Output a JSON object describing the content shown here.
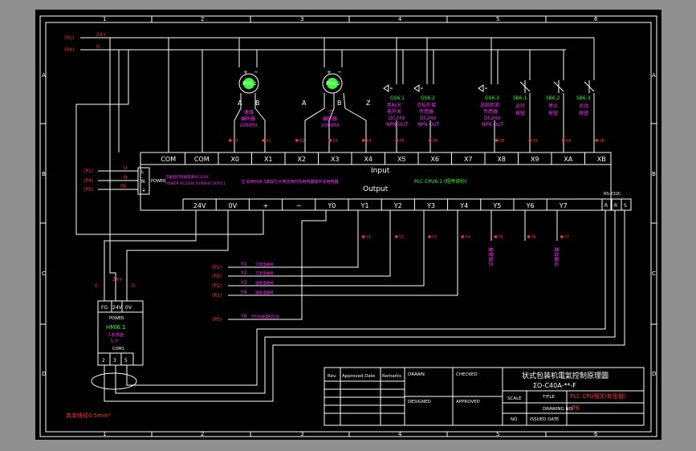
{
  "colors": {
    "background": "#000000",
    "outer": "#8f8f8f",
    "wire": "#ffffff",
    "label": "#ff33ff",
    "device": "#33ff33",
    "terminal": "#ff3333"
  },
  "border": {
    "cols": [
      "1",
      "2",
      "3",
      "4",
      "5",
      "6"
    ],
    "rows": [
      "A",
      "B",
      "C",
      "D"
    ]
  },
  "supply": {
    "top_tags": [
      "(P1)",
      "(P4)"
    ],
    "top_wires": [
      "24+",
      "0-"
    ]
  },
  "encoders": [
    {
      "tag": "PG6.1",
      "a": "A",
      "b": "B",
      "name": "速度",
      "desc": "编码器",
      "spec": "1000P/r"
    },
    {
      "tag": "PG6.2",
      "a": "A",
      "b": "B",
      "z": "Z",
      "name": "刀",
      "desc": "编码器",
      "spec": "1000P/r"
    }
  ],
  "sensors": [
    {
      "tag": "GS6.1",
      "l1": "色标光",
      "l2": "电开关",
      "l3": "DC24V",
      "l4": "NPN OUT"
    },
    {
      "tag": "GS6.2",
      "l1": "点标外接",
      "l2": "传感器",
      "l3": "DC24V",
      "l4": "NPN OUT"
    },
    {
      "tag": "GS6.3",
      "l1": "送纸检测",
      "l2": "传感器",
      "l3": "DC24V",
      "l4": "NPN OUT"
    }
  ],
  "buttons": [
    {
      "tag": "SB6.1",
      "l1": "运行",
      "l2": "按钮"
    },
    {
      "tag": "SB6.2",
      "l1": "停止",
      "l2": "按钮"
    },
    {
      "tag": "SB6.3",
      "l1": "点动",
      "l2": "按钮"
    }
  ],
  "input_terms": [
    "COM",
    "COM",
    "X0",
    "X1",
    "X2",
    "X3",
    "X4",
    "X5",
    "X6",
    "X7",
    "X8",
    "X9",
    "XA",
    "XB"
  ],
  "input_markers": [
    "X0",
    "X1",
    "X2",
    "X3",
    "X4",
    "X5",
    "X6",
    "X8",
    "X9",
    "XA",
    "XB"
  ],
  "input_label": "Input",
  "output_label": "Output",
  "output_terms": [
    "24V",
    "0V",
    "+",
    "−",
    "Y0",
    "Y1",
    "Y2",
    "Y3",
    "Y4",
    "Y5",
    "Y6",
    "Y7"
  ],
  "output_markers": [
    "Y1",
    "Y2",
    "Y3",
    "Y4",
    "Y5",
    "Y6",
    "Y7"
  ],
  "y_vert_labels": [
    "报警指示",
    "离合输出"
  ],
  "power": {
    "tags": [
      "(P1)",
      "(P4)",
      "(P5)"
    ],
    "wires": [
      "U",
      "N",
      "PE"
    ],
    "terms": [
      "L",
      "N",
      "⏚"
    ],
    "label": "POWER",
    "note1": "可编程控制器电源AC220V",
    "note2": "POWER AC220V 50/60HZ OUT1.1"
  },
  "plc_note": "注:如用PG6.3或其它大电流用时加继电器或中间继电器",
  "plc_tag": "PLC-CPU6.1 (程序部份)",
  "rs": {
    "title": "RS-232C",
    "terms": [
      "R",
      "R",
      "S"
    ]
  },
  "outputs": [
    {
      "tag": "(P2)",
      "y": "Y1",
      "text": "刀架电磁阀"
    },
    {
      "tag": "(P2)",
      "y": "Y2",
      "text": "刀架电磁阀"
    },
    {
      "tag": "(P2)",
      "y": "Y3",
      "text": "送纸电磁阀"
    },
    {
      "tag": "(P2)",
      "y": "Y4",
      "text": "送纸电磁阀"
    },
    {
      "tag": "(P5)",
      "y": "Y0",
      "text": "下料分送电机信号"
    }
  ],
  "hmi": {
    "top_terms": [
      "FG",
      "24V",
      "0V"
    ],
    "label": "POWER",
    "name": "HMI6.1",
    "desc1": "人机界面",
    "desc2": "5.7\"",
    "com": "COM1",
    "bottom_terms": [
      "2",
      "3",
      "5"
    ],
    "wire_labels": [
      "0",
      "24+",
      "0-"
    ]
  },
  "cable_note": "其余线径0.5mm²",
  "title_block": {
    "rev": "Rev.",
    "approved_date": "Approved Date",
    "remarks": "Remarks",
    "drawn": "DRAWN",
    "checked": "CHECKED",
    "designed": "DESIGNED",
    "approved": "APPROVED",
    "title_text": "状式包装机電氣控制原理圖",
    "model": "ΣO-C40A-**-F",
    "scale": "SCALE",
    "title": "TITLE",
    "title_val": "PLC CPU相关(新型版)",
    "drawing_no": "DRAWING NO.",
    "drawing_val": "P6",
    "no": "NO",
    "issued": "ISSUED DATE"
  }
}
